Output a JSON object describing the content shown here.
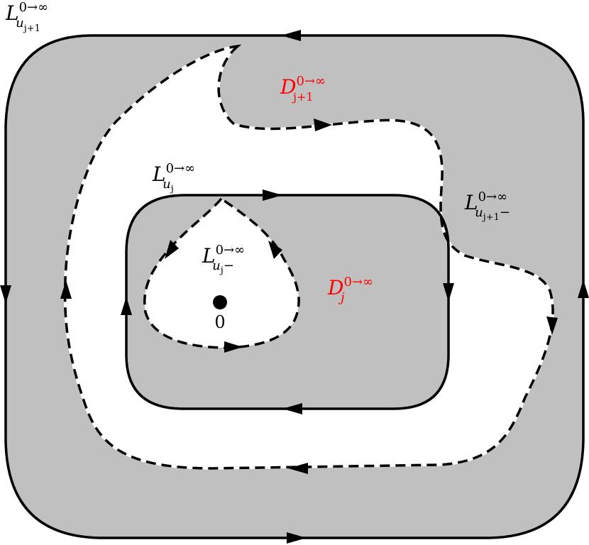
{
  "colors": {
    "region_fill": "#c0c0c0",
    "stroke": "#000000",
    "highlight_text": "#ff0000",
    "background": "#ffffff"
  },
  "labels": {
    "outer_curve": {
      "base": "L",
      "sup": "0→∞",
      "sub": "u",
      "subsub": "j+1",
      "suffix": ""
    },
    "outer_dashed": {
      "base": "L",
      "sup": "0→∞",
      "sub": "u",
      "subsub": "j+1",
      "suffix": "−"
    },
    "inner_curve": {
      "base": "L",
      "sup": "0→∞",
      "sub": "u",
      "subsub": "j",
      "suffix": ""
    },
    "inner_dashed": {
      "base": "L",
      "sup": "0→∞",
      "sub": "u",
      "subsub": "j",
      "suffix": "−"
    },
    "outer_region": {
      "base": "D",
      "sup": "0→∞",
      "sub": "j+1"
    },
    "inner_region": {
      "base": "D",
      "sup": "0→∞",
      "sub": "j"
    },
    "origin": "0"
  }
}
